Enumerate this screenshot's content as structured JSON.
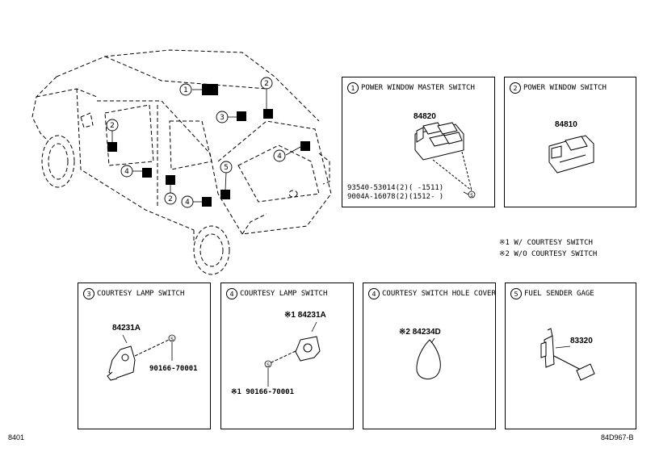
{
  "markers": [
    "1",
    "2",
    "3",
    "4",
    "5"
  ],
  "boxes": [
    {
      "num": "1",
      "title": "POWER WINDOW MASTER SWITCH",
      "part": "84820",
      "sub1": "93540-53014(2)(     -1511)",
      "sub2": "9004A-16078(2)(1512-     )"
    },
    {
      "num": "2",
      "title": "POWER WINDOW SWITCH",
      "part": "84810"
    },
    {
      "num": "3",
      "title": "COURTESY LAMP SWITCH",
      "part": "84231A",
      "sub1": "90166-70001"
    },
    {
      "num": "4",
      "title": "COURTESY LAMP SWITCH",
      "part": "※1 84231A",
      "sub1": "※1 90166-70001"
    },
    {
      "num": "4",
      "title": "COURTESY SWITCH HOLE COVER",
      "part": "※2 84234D"
    },
    {
      "num": "5",
      "title": "FUEL SENDER GAGE",
      "part": "83320"
    }
  ],
  "notes": [
    "※1 W/ COURTESY SWITCH",
    "※2 W/O COURTESY SWITCH"
  ],
  "corner_left": "8401",
  "corner_right": "84D967-B",
  "screw_symbol": "S"
}
